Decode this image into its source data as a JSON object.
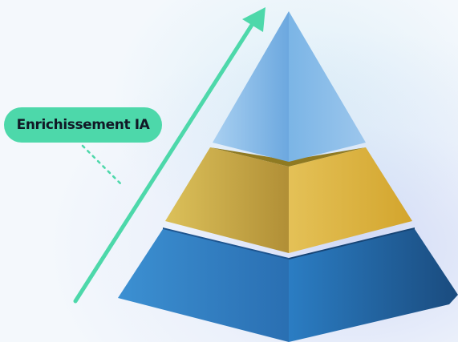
{
  "label": {
    "text": "Enrichissement IA"
  },
  "pyramid": {
    "layers": [
      {
        "name": "top",
        "color": "#7cb6e4"
      },
      {
        "name": "middle",
        "color": "#d8b447"
      },
      {
        "name": "bottom",
        "color": "#2c7dc4"
      }
    ]
  },
  "colors": {
    "accent": "#4dd8aa",
    "background": "#f4f8fc"
  }
}
